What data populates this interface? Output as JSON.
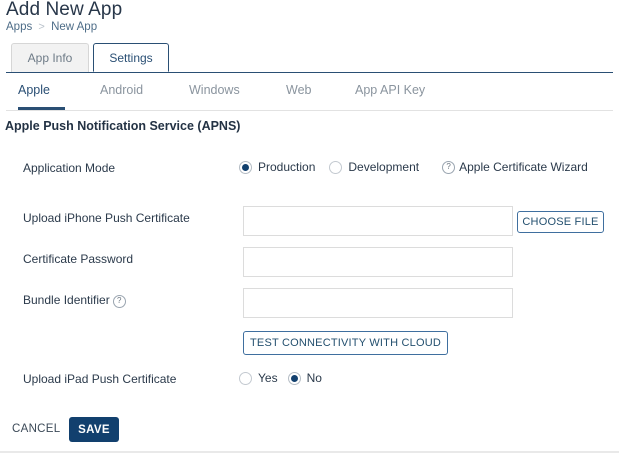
{
  "header": {
    "title": "Add New App",
    "breadcrumb": {
      "root": "Apps",
      "separator": ">",
      "current": "New App"
    }
  },
  "tabs": {
    "items": [
      {
        "label": "App Info",
        "active": false
      },
      {
        "label": "Settings",
        "active": true
      }
    ]
  },
  "subtabs": {
    "items": [
      {
        "label": "Apple",
        "active": true
      },
      {
        "label": "Android",
        "active": false
      },
      {
        "label": "Windows",
        "active": false
      },
      {
        "label": "Web",
        "active": false
      },
      {
        "label": "App API Key",
        "active": false
      }
    ]
  },
  "section": {
    "title": "Apple Push Notification Service (APNS)"
  },
  "form": {
    "application_mode": {
      "label": "Application Mode",
      "options": [
        {
          "label": "Production",
          "selected": true
        },
        {
          "label": "Development",
          "selected": false
        }
      ],
      "wizard_link": "Apple Certificate Wizard",
      "wizard_icon": "help-circle-icon"
    },
    "iphone_certificate": {
      "label": "Upload iPhone Push Certificate",
      "value": "",
      "placeholder": "",
      "button_label": "CHOOSE FILE"
    },
    "certificate_password": {
      "label": "Certificate Password",
      "value": "",
      "placeholder": ""
    },
    "bundle_identifier": {
      "label": "Bundle Identifier",
      "help_icon": "help-circle-icon",
      "value": "",
      "placeholder": ""
    },
    "test_connectivity": {
      "button_label": "TEST CONNECTIVITY WITH CLOUD"
    },
    "ipad_certificate": {
      "label": "Upload iPad Push Certificate",
      "options": [
        {
          "label": "Yes",
          "selected": false
        },
        {
          "label": "No",
          "selected": true
        }
      ]
    }
  },
  "footer": {
    "cancel_label": "CANCEL",
    "save_label": "SAVE"
  },
  "colors": {
    "accent_navy": "#12406e",
    "tab_border": "#2a4f74",
    "outline_button": "#3f6f9f",
    "input_border": "#dcdcdc",
    "muted_text": "#8a949e"
  }
}
